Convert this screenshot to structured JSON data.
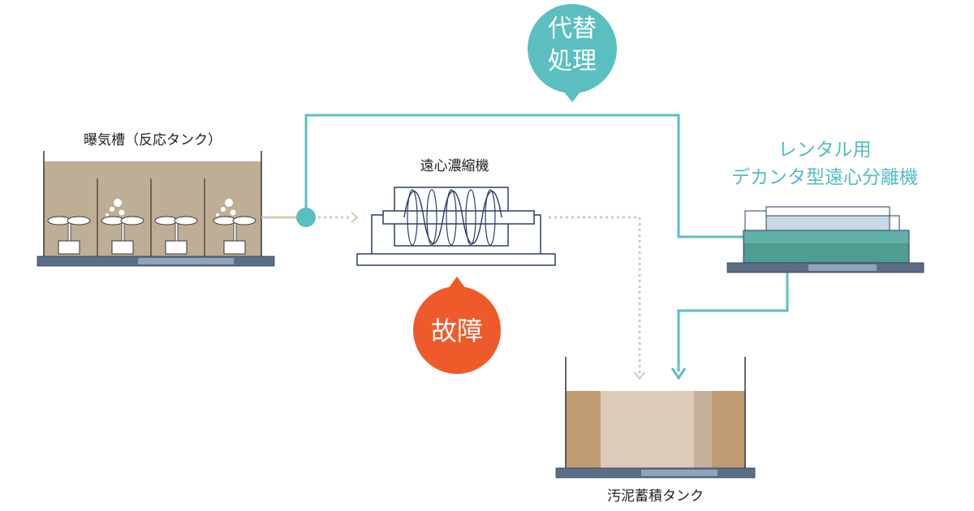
{
  "labels": {
    "aeration_tank": "曝気槽（反応タンク）",
    "centrifugal_concentrator": "遠心濃縮機",
    "rental_decanter_line1": "レンタル用",
    "rental_decanter_line2": "デカンタ型遠心分離機",
    "sludge_storage_tank": "汚泥蓄積タンク"
  },
  "badges": {
    "alternative_line1": "代替",
    "alternative_line2": "処理",
    "failure": "故障"
  },
  "colors": {
    "teal": "#5bbfc0",
    "orange": "#ee5a2a",
    "sludge_brown": "#bf9b72",
    "sludge_light": "#dccbb8",
    "sludge_mid": "#c5b09c",
    "tank_fill": "#bfae96",
    "base_dark": "#5b6e84",
    "base_light": "#8fa3bb",
    "dotted_flow": "#d9c9b4",
    "machine_outline": "#2c3e63",
    "decanter_green": "#4e9c92"
  }
}
